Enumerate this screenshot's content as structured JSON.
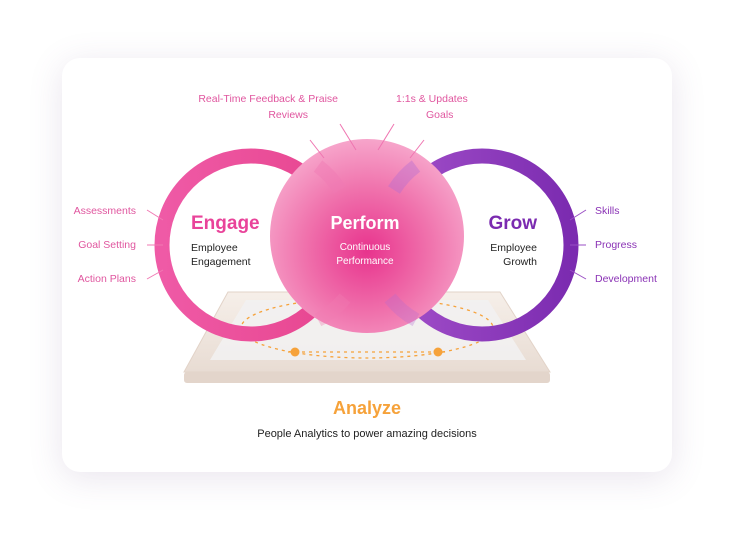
{
  "engage": {
    "title": "Engage",
    "subtitle_line1": "Employee",
    "subtitle_line2": "Engagement",
    "items": [
      "Assessments",
      "Goal Setting",
      "Action Plans"
    ],
    "color": "#e9439a"
  },
  "perform": {
    "title": "Perform",
    "subtitle_line1": "Continuous",
    "subtitle_line2": "Performance",
    "items_left": [
      "Real-Time Feedback & Praise",
      "Reviews"
    ],
    "items_right": [
      "1:1s & Updates",
      "Goals"
    ],
    "color": "#e63d8f"
  },
  "grow": {
    "title": "Grow",
    "subtitle_line1": "Employee",
    "subtitle_line2": "Growth",
    "items": [
      "Skills",
      "Progress",
      "Development"
    ],
    "color": "#7b2bb0"
  },
  "analyze": {
    "title": "Analyze",
    "subtitle": "People Analytics to power amazing decisions",
    "color": "#f6a23a"
  }
}
